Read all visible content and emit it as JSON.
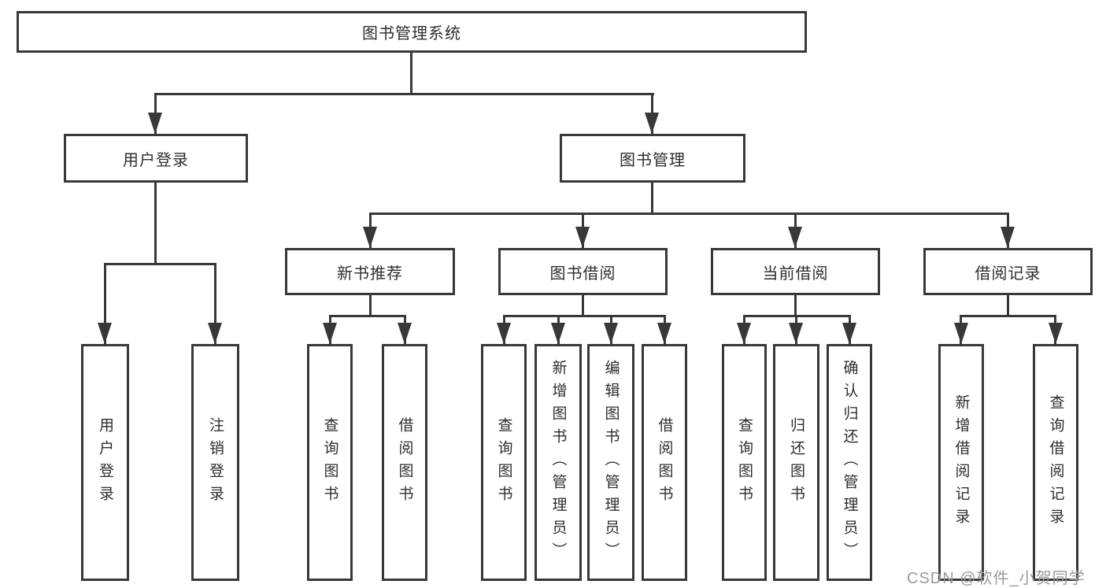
{
  "diagram": {
    "type": "hierarchy",
    "root": {
      "label": "图书管理系统"
    },
    "branches": [
      {
        "label": "用户登录",
        "children": [
          {
            "label": "用户登录"
          },
          {
            "label": "注销登录"
          }
        ]
      },
      {
        "label": "图书管理",
        "children": [
          {
            "label": "新书推荐",
            "children": [
              {
                "label": "查询图书"
              },
              {
                "label": "借阅图书"
              }
            ]
          },
          {
            "label": "图书借阅",
            "children": [
              {
                "label": "查询图书"
              },
              {
                "label": "新增图书（管理员）"
              },
              {
                "label": "编辑图书（管理员）"
              },
              {
                "label": "借阅图书"
              }
            ]
          },
          {
            "label": "当前借阅",
            "children": [
              {
                "label": "查询图书"
              },
              {
                "label": "归还图书"
              },
              {
                "label": "确认归还（管理员）"
              }
            ]
          },
          {
            "label": "借阅记录",
            "children": [
              {
                "label": "新增借阅记录"
              },
              {
                "label": "查询借阅记录"
              }
            ]
          }
        ]
      }
    ]
  },
  "watermark": {
    "text": "CSDN @软件_小贺同学"
  },
  "colors": {
    "line": "#383838",
    "text": "#2e2e2e",
    "watermark": "#9a9a9a",
    "background": "#ffffff"
  }
}
